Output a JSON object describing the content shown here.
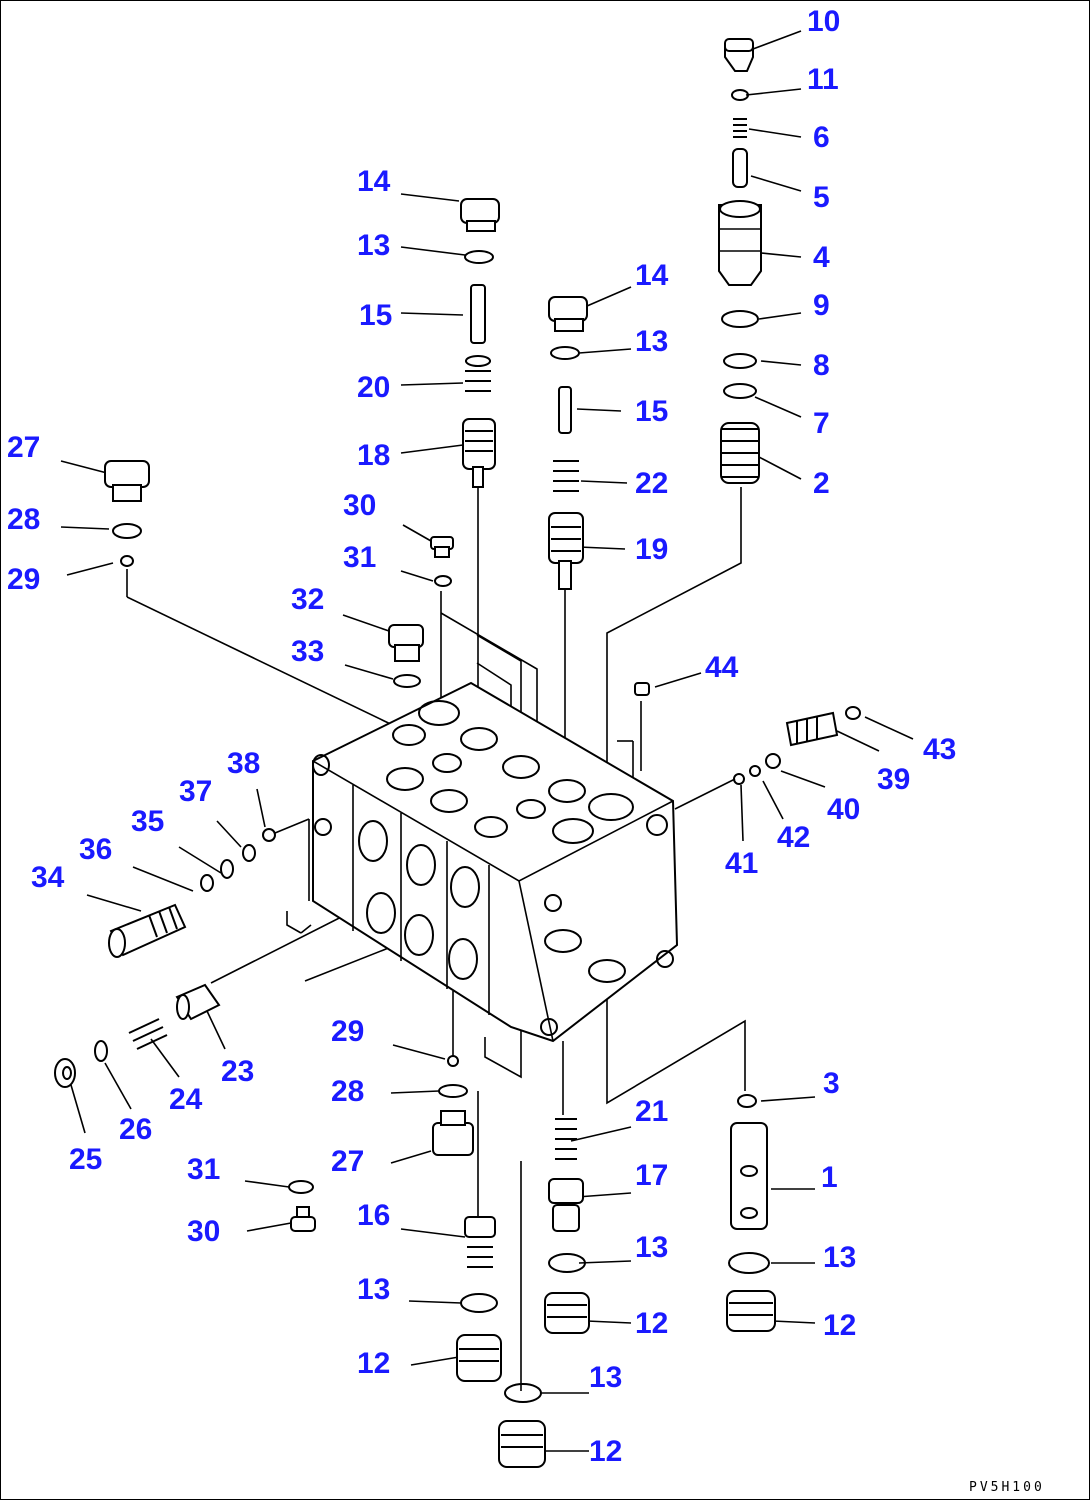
{
  "diagram": {
    "label_color": "#1a1aff",
    "line_color": "#000000",
    "drawing_code": "PV5H100",
    "callouts": [
      {
        "id": "c10a",
        "text": "10"
      },
      {
        "id": "c11",
        "text": "11"
      },
      {
        "id": "c6",
        "text": "6"
      },
      {
        "id": "c5",
        "text": "5"
      },
      {
        "id": "c4",
        "text": "4"
      },
      {
        "id": "c9",
        "text": "9"
      },
      {
        "id": "c8",
        "text": "8"
      },
      {
        "id": "c7",
        "text": "7"
      },
      {
        "id": "c2",
        "text": "2"
      },
      {
        "id": "c14a",
        "text": "14"
      },
      {
        "id": "c13a",
        "text": "13"
      },
      {
        "id": "c15a",
        "text": "15"
      },
      {
        "id": "c20",
        "text": "20"
      },
      {
        "id": "c18",
        "text": "18"
      },
      {
        "id": "c14b",
        "text": "14"
      },
      {
        "id": "c13b",
        "text": "13"
      },
      {
        "id": "c15b",
        "text": "15"
      },
      {
        "id": "c22",
        "text": "22"
      },
      {
        "id": "c19",
        "text": "19"
      },
      {
        "id": "c27a",
        "text": "27"
      },
      {
        "id": "c28a",
        "text": "28"
      },
      {
        "id": "c29a",
        "text": "29"
      },
      {
        "id": "c30a",
        "text": "30"
      },
      {
        "id": "c31a",
        "text": "31"
      },
      {
        "id": "c32",
        "text": "32"
      },
      {
        "id": "c33",
        "text": "33"
      },
      {
        "id": "c44",
        "text": "44"
      },
      {
        "id": "c43",
        "text": "43"
      },
      {
        "id": "c39",
        "text": "39"
      },
      {
        "id": "c40",
        "text": "40"
      },
      {
        "id": "c42",
        "text": "42"
      },
      {
        "id": "c41",
        "text": "41"
      },
      {
        "id": "c38",
        "text": "38"
      },
      {
        "id": "c37",
        "text": "37"
      },
      {
        "id": "c35",
        "text": "35"
      },
      {
        "id": "c36",
        "text": "36"
      },
      {
        "id": "c34",
        "text": "34"
      },
      {
        "id": "c23",
        "text": "23"
      },
      {
        "id": "c24",
        "text": "24"
      },
      {
        "id": "c26",
        "text": "26"
      },
      {
        "id": "c25",
        "text": "25"
      },
      {
        "id": "c29b",
        "text": "29"
      },
      {
        "id": "c28b",
        "text": "28"
      },
      {
        "id": "c27b",
        "text": "27"
      },
      {
        "id": "c31b",
        "text": "31"
      },
      {
        "id": "c30b",
        "text": "30"
      },
      {
        "id": "c16",
        "text": "16"
      },
      {
        "id": "c13c",
        "text": "13"
      },
      {
        "id": "c12a",
        "text": "12"
      },
      {
        "id": "c21",
        "text": "21"
      },
      {
        "id": "c17",
        "text": "17"
      },
      {
        "id": "c13d",
        "text": "13"
      },
      {
        "id": "c12b",
        "text": "12"
      },
      {
        "id": "c13e",
        "text": "13"
      },
      {
        "id": "c12c",
        "text": "12"
      },
      {
        "id": "c3",
        "text": "3"
      },
      {
        "id": "c1",
        "text": "1"
      },
      {
        "id": "c13f",
        "text": "13"
      },
      {
        "id": "c12d",
        "text": "12"
      }
    ]
  }
}
